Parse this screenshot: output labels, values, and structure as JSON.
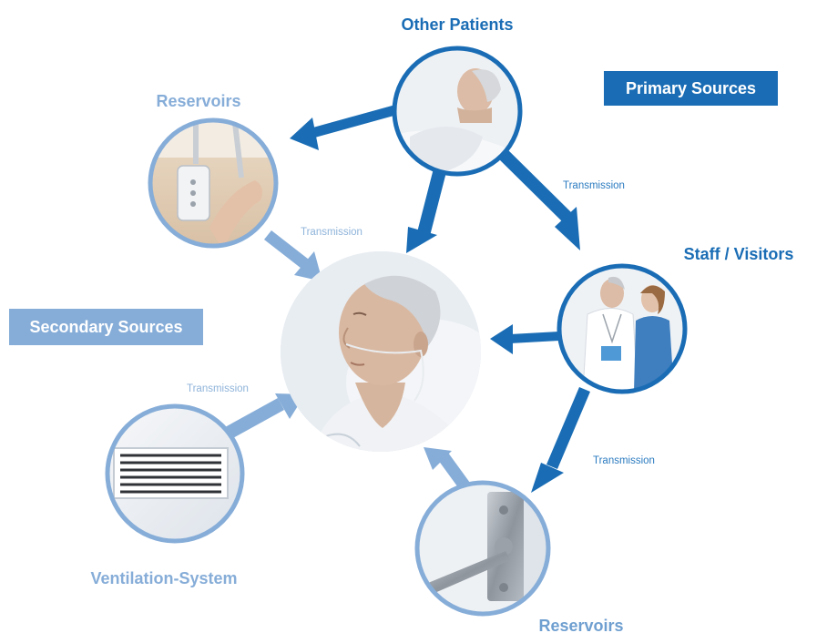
{
  "nodes": {
    "other_patients": {
      "label": "Other Patients"
    },
    "staff_visitors": {
      "label": "Staff / Visitors"
    },
    "reservoirs_top": {
      "label": "Reservoirs"
    },
    "reservoirs_bottom": {
      "label": "Reservoirs"
    },
    "ventilation": {
      "label": "Ventilation-System"
    }
  },
  "badges": {
    "primary": "Primary Sources",
    "secondary": "Secondary Sources"
  },
  "transmissions": {
    "patients_to_staff": "Transmission",
    "reservoirs_to_center": "Transmission",
    "ventilation_to_center": "Transmission",
    "staff_to_reservoirs": "Transmission"
  },
  "colors": {
    "primary_blue": "#1a6db5",
    "secondary_blue": "#86add8",
    "center_bg": "#e9eef3"
  },
  "icons": {
    "center": "patient-portrait-image",
    "other_patients": "resting-patient-image",
    "staff_visitors": "medical-staff-image",
    "reservoirs_top": "bed-handle-image",
    "reservoirs_bottom": "door-handle-image",
    "ventilation": "air-vent-image"
  }
}
